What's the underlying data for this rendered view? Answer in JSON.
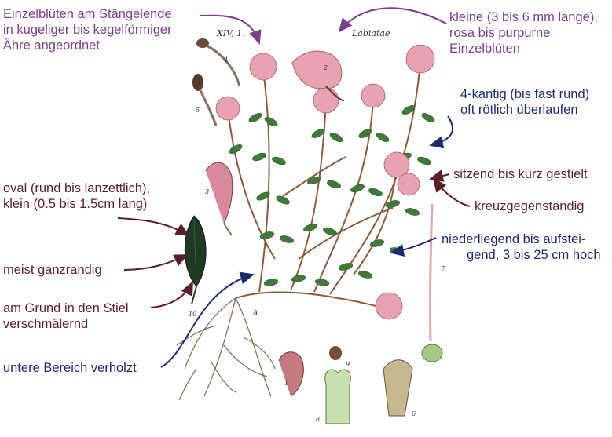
{
  "annotations": {
    "flowers_arrangement": [
      "Einzelblüten am Stängelende",
      "in kugeliger bis kegelförmiger",
      "Ähre angeordnet"
    ],
    "flower_size_color": [
      "kleine (3 bis 6 mm lange),",
      "rosa bis purpurne",
      "Einzelblüten"
    ],
    "stem_shape": [
      "4-kantig (bis fast rund)",
      "oft rötlich überlaufen"
    ],
    "leaf_attachment": "sitzend bis kurz gestielt",
    "leaf_arrangement": "kreuzgegenständig",
    "growth_habit": [
      "niederliegend bis aufstei-",
      "gend, 3 bis 25 cm hoch"
    ],
    "leaf_shape": [
      "oval (rund bis lanzettlich),",
      "klein (0.5 bis 1.5cm lang)"
    ],
    "leaf_margin": "meist ganzrandig",
    "leaf_base": [
      "am Grund in den Stiel",
      "verschmälernd"
    ],
    "woody_base": "untere Bereich verholzt"
  },
  "plate_labels": {
    "plate_number": "XIV, 1.",
    "family": "Labiatae",
    "main_figure": "A",
    "detail_numbers": [
      "1",
      "2",
      "3",
      "4",
      "5",
      "6",
      "7",
      "8",
      "9",
      "10"
    ]
  },
  "colors": {
    "purple": "#7a3e8e",
    "maroon": "#5a1e2b",
    "navy": "#1e2a6e",
    "leaf_green": "#3f7a3a",
    "flower_pink": "#e8a3b0",
    "stem_brown": "#8a5a3a"
  }
}
